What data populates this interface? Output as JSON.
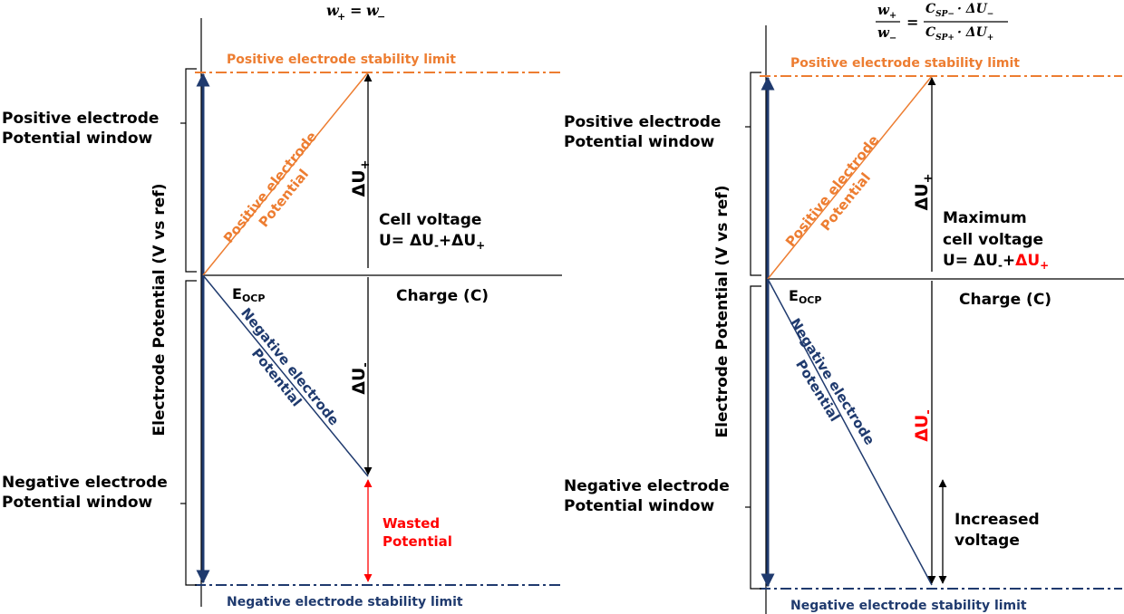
{
  "colors": {
    "orange": "#ED7D31",
    "navy": "#1F3A6E",
    "dark_navy": "#0F2A60",
    "red": "#FF0000",
    "black": "#000000"
  },
  "left": {
    "eq_lhs": "w",
    "eq_lhs_sub": "+",
    "eq_eq": "=",
    "eq_rhs": "w",
    "eq_rhs_sub": "−",
    "pos_limit": "Positive electrode stability limit",
    "neg_limit": "Negative electrode stability limit",
    "pos_window_1": "Positive electrode",
    "pos_window_2": "Potential window",
    "neg_window_1": "Negative electrode",
    "neg_window_2": "Potential window",
    "y_axis": "Electrode Potential (V vs ref)",
    "x_axis": "Charge (C)",
    "eocp_main": "E",
    "eocp_sub": "OCP",
    "pos_pot_1": "Positive electrode",
    "pos_pot_2": "Potential",
    "neg_pot_1": "Negative electrode",
    "neg_pot_2": "Potential",
    "du_plus": "ΔU",
    "du_plus_sub": "+",
    "du_minus": "ΔU",
    "du_minus_sub": "-",
    "cell_1": "Cell voltage",
    "cell_2a": "U= ΔU",
    "cell_2b": "-",
    "cell_2c": "+ΔU",
    "cell_2d": "+",
    "wasted_1": "Wasted",
    "wasted_2": "Potential"
  },
  "right": {
    "frac_num_w": "w",
    "frac_num_sub": "+",
    "frac_den_w": "w",
    "frac_den_sub": "−",
    "eq": "=",
    "frac2_num_c": "C",
    "frac2_num_csub": "SP−",
    "frac2_num_rest": "· ΔU",
    "frac2_num_rsub": "−",
    "frac2_den_c": "C",
    "frac2_den_csub": "SP+",
    "frac2_den_rest": "· ΔU",
    "frac2_den_rsub": "+",
    "pos_limit": "Positive electrode stability limit",
    "neg_limit": "Negative electrode stability limit",
    "pos_window_1": "Positive electrode",
    "pos_window_2": "Potential window",
    "neg_window_1": "Negative electrode",
    "neg_window_2": "Potential window",
    "y_axis": "Electrode Potential (V vs ref)",
    "x_axis": "Charge (C)",
    "eocp_main": "E",
    "eocp_sub": "OCP",
    "pos_pot_1": "Positive electrode",
    "pos_pot_2": "Potential",
    "neg_pot_1": "Negative electrode",
    "neg_pot_2": "Potential",
    "du_plus": "ΔU",
    "du_plus_sub": "+",
    "du_minus": "ΔU",
    "du_minus_sub": "-",
    "cell_1": "Maximum",
    "cell_2": "cell voltage",
    "cell_3a": "U= ΔU",
    "cell_3b": "-",
    "cell_3c": "+",
    "cell_3d": "ΔU",
    "cell_3e": "+",
    "inc_1": "Increased",
    "inc_2": "voltage"
  }
}
